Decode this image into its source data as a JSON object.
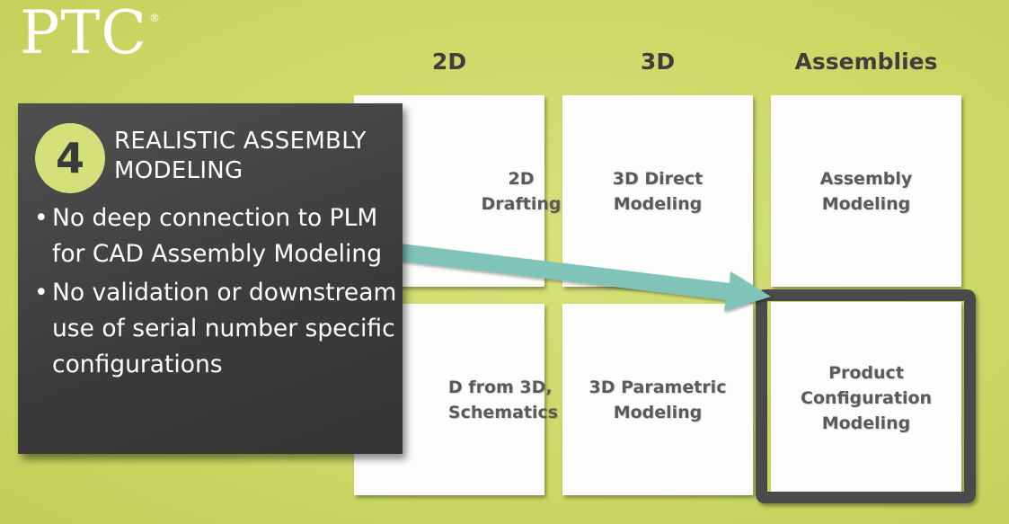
{
  "logo": {
    "text": "PTC",
    "mark": "®"
  },
  "columns": {
    "col1": "2D",
    "col2": "3D",
    "col3": "Assemblies"
  },
  "grid": {
    "r1c1": "2D\nDrafting",
    "r1c2": "3D Direct\nModeling",
    "r1c3": "Assembly\nModeling",
    "r2c1": "D from 3D,\nSchematics",
    "r2c2": "3D  Parametric\nModeling",
    "r2c3": "Product\nConfiguration\nModeling"
  },
  "callout": {
    "number": "4",
    "title": "REALISTIC ASSEMBLY\nMODELING",
    "bullet_char": "•",
    "bullets": [
      "No deep connection to PLM for CAD Assembly Modeling",
      "No validation or downstream use of serial number specific configurations"
    ]
  },
  "colors": {
    "background": "#ccd967",
    "callout_bg": "#404040",
    "accent_circle": "#d4e07a",
    "arrow": "#7fc4b6",
    "highlight_border": "#4a4a4a"
  },
  "icons": {
    "arrow": "arrow-right-icon"
  }
}
